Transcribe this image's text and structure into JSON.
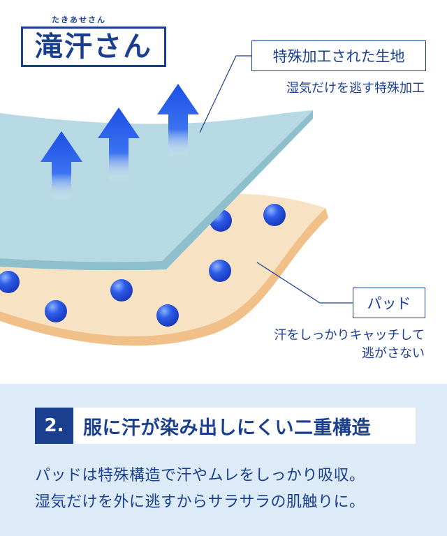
{
  "logo": {
    "furigana": "たきあせさん",
    "name": "滝汗さん"
  },
  "callouts": {
    "fabric_title": "特殊加工された生地",
    "fabric_desc": "湿気だけを逃す特殊加工",
    "pad_title": "パッド",
    "pad_desc_line1": "汗をしっかりキャッチして",
    "pad_desc_line2": "逃がさない"
  },
  "feature": {
    "number": "2.",
    "heading": "服に汗が染み出しにくい二重構造",
    "body_line1": "パッドは特殊構造で汗やムレをしっかり吸収。",
    "body_line2": "湿気だけを外に逃すからサラサラの肌触りに。"
  },
  "colors": {
    "navy": "#1a3f8f",
    "fabric": "#b6d9e3",
    "pad": "#f8e2c4",
    "bottom_bg": "#dcebf7",
    "arrow": "#1b4fe6"
  }
}
